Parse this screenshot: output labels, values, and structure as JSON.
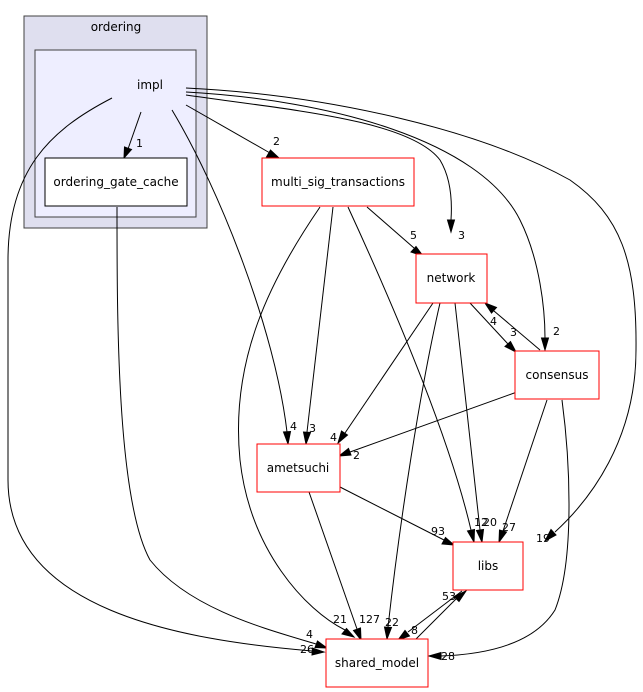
{
  "cluster_outer": {
    "label": "ordering",
    "fill": "#dfdfef",
    "stroke": "#404040"
  },
  "cluster_inner": {
    "label": "impl",
    "fill": "#eeeeff",
    "stroke": "#404040"
  },
  "nodes": {
    "ordering_gate_cache": "ordering_gate_cache",
    "multi_sig_transactions": "multi_sig_transactions",
    "network": "network",
    "consensus": "consensus",
    "ametsuchi": "ametsuchi",
    "libs": "libs",
    "shared_model": "shared_model"
  },
  "edge_labels": {
    "impl_ogc": "1",
    "impl_mst": "2",
    "impl_network": "3",
    "impl_consensus": "2",
    "impl_ametsuchi": "4",
    "impl_libs": "19",
    "impl_shared": "26",
    "ogc_shared": "4",
    "mst_network": "5",
    "mst_ametsuchi": "3",
    "mst_libs": "12",
    "mst_shared": "21",
    "network_consensus": "4",
    "consensus_network": "3",
    "network_ametsuchi": "4",
    "network_libs": "20",
    "network_shared": "22",
    "consensus_ametsuchi": "2",
    "consensus_libs": "27",
    "consensus_shared": "28",
    "ametsuchi_libs": "93",
    "ametsuchi_shared": "127",
    "libs_shared": "8",
    "shared_libs": "53"
  },
  "colors": {
    "external_node_border": "#ff0000",
    "edge": "#000000",
    "node_fill": "#ffffff"
  }
}
